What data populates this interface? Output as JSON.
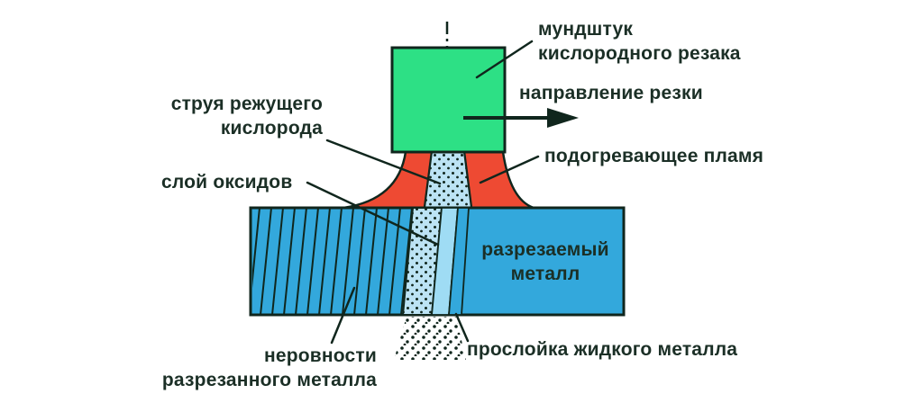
{
  "labels": {
    "mouthpiece_line1": "мундштук",
    "mouthpiece_line2": "кислородного резака",
    "direction": "направление резки",
    "oxygen_jet_line1": "струя режущего",
    "oxygen_jet_line2": "кислорода",
    "oxide_layer": "слой оксидов",
    "preheating_flame": "подогревающее пламя",
    "metal_line1": "разрезаемый",
    "metal_line2": "металл",
    "roughness_line1": "неровности",
    "roughness_line2": "разрезанного металла",
    "liquid_layer": "прослойка жидкого металла"
  },
  "colors": {
    "nozzle_green": "#2de085",
    "flame_red": "#ee4a33",
    "metal_blue": "#33a8dc",
    "jet_light_blue": "#bce3f4",
    "liquid_layer_blue": "#9fdcf4",
    "outline_dark": "#10261d",
    "text_dark": "#1b2f26",
    "background": "#ffffff"
  }
}
